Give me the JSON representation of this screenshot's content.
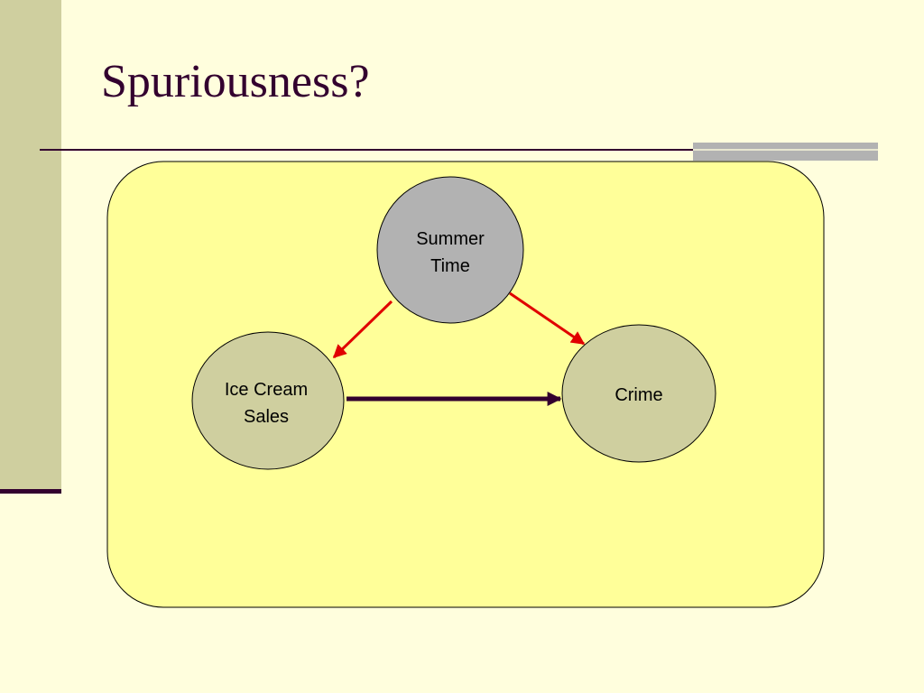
{
  "slide": {
    "title": "Spuriousness?"
  },
  "diagram": {
    "nodes": {
      "summer": {
        "line1": "Summer",
        "line2": "Time",
        "fill": "#B2B2B2"
      },
      "icecream": {
        "line1": "Ice Cream",
        "line2": "Sales",
        "fill": "#CFCF9F"
      },
      "crime": {
        "line1": "Crime",
        "fill": "#CFCF9F"
      }
    },
    "edges": [
      {
        "from": "Summer Time",
        "to": "Ice Cream Sales",
        "color": "#E00000"
      },
      {
        "from": "Summer Time",
        "to": "Crime",
        "color": "#E00000"
      },
      {
        "from": "Ice Cream Sales",
        "to": "Crime",
        "color": "#33002F"
      }
    ],
    "panel_fill": "#FFFF99"
  },
  "colors": {
    "background": "#FFFEDD",
    "sidebar": "#CFCF9F",
    "title": "#33002F",
    "accent": "#B2B2B2"
  }
}
